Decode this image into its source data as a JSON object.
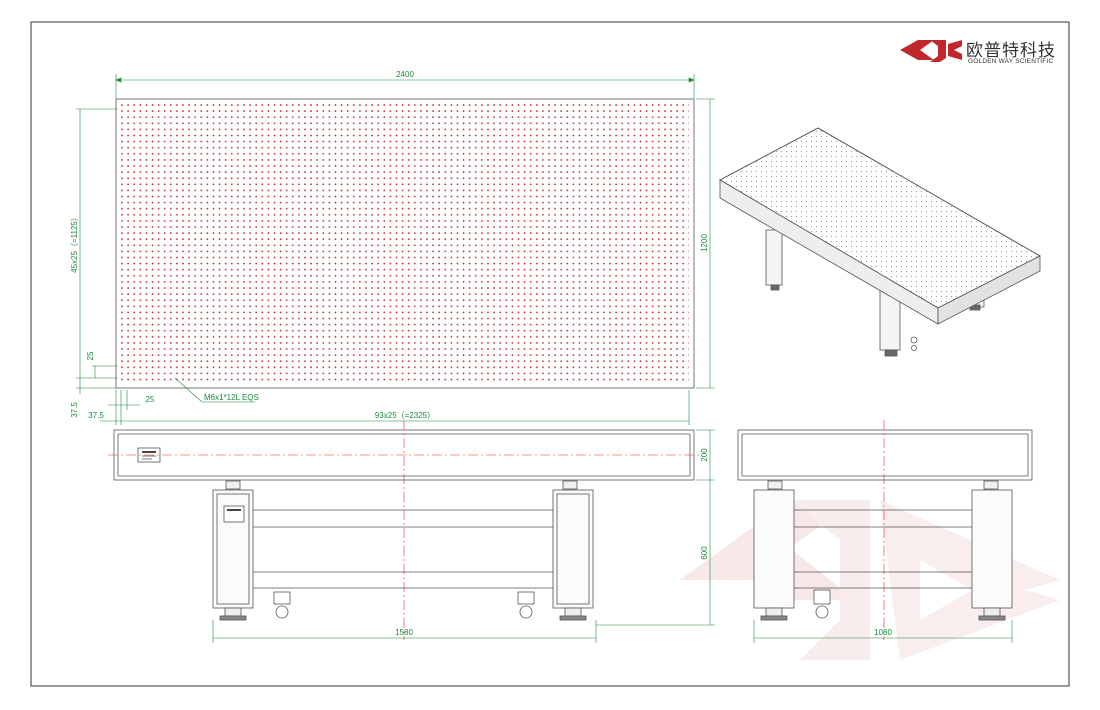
{
  "brand": {
    "name_cn": "欧普特科技",
    "name_en": "GOLDEN WAY SCIENTIFIC",
    "color": "#c0282d"
  },
  "dimensions": {
    "overall_length": "2400",
    "overall_width": "1200",
    "hole_rows": "45x25（=1125）",
    "hole_cols": "93x25（=2325）",
    "hole_pitch_y": "25",
    "hole_pitch_x": "25",
    "edge_offset_y": "37.5",
    "edge_offset_x": "37.5",
    "thread_note": "M6x1*12L EQS",
    "top_thickness": "200",
    "support_height": "600",
    "leg_span_length": "1580",
    "leg_span_width": "1080"
  },
  "colors": {
    "dimension": "#1a8a3a",
    "holes": "#c0282d",
    "centerline": "#e03030",
    "drawing": "#555555",
    "watermark": "#f6e0e0"
  }
}
